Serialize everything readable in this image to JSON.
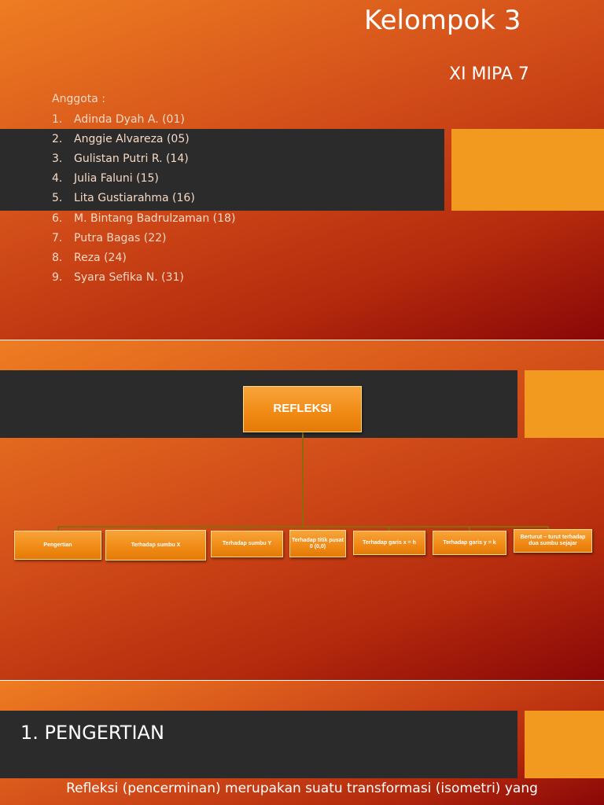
{
  "slide1": {
    "title": "Kelompok 3",
    "subtitle": "XI MIPA 7",
    "members_label": "Anggota :",
    "members": [
      {
        "num": "1.",
        "name": "Adinda Dyah A. (01)"
      },
      {
        "num": "2.",
        "name": "Anggie Alvareza (05)"
      },
      {
        "num": "3.",
        "name": "Gulistan Putri R. (14)"
      },
      {
        "num": "4.",
        "name": "Julia Faluni (15)"
      },
      {
        "num": "5.",
        "name": "Lita Gustiarahma (16)"
      },
      {
        "num": "6.",
        "name": "M. Bintang Badrulzaman (18)"
      },
      {
        "num": "7.",
        "name": "Putra Bagas (22)"
      },
      {
        "num": "8.",
        "name": "Reza (24)"
      },
      {
        "num": "9.",
        "name": "Syara Sefika N. (31)"
      }
    ]
  },
  "slide2": {
    "root": "REFLEKSI",
    "children": [
      "Pengertian",
      "Terhadap sumbu X",
      "Terhadap sumbu Y",
      "Terhadap titik pusat 0 (0,0)",
      "Terhadap garis x = h",
      "Terhadap garis y = k",
      "Berturut – turut terhadap dua sumbu sejajar"
    ]
  },
  "slide3": {
    "title": "1. PENGERTIAN",
    "paragraph": "Refleksi (pencerminan) merupakan suatu transformasi (isometri) yang"
  },
  "colors": {
    "accent": "#f29a20",
    "dark_band": "#2b2b2b",
    "bg_start": "#ee7d22",
    "bg_end": "#8a0707"
  }
}
